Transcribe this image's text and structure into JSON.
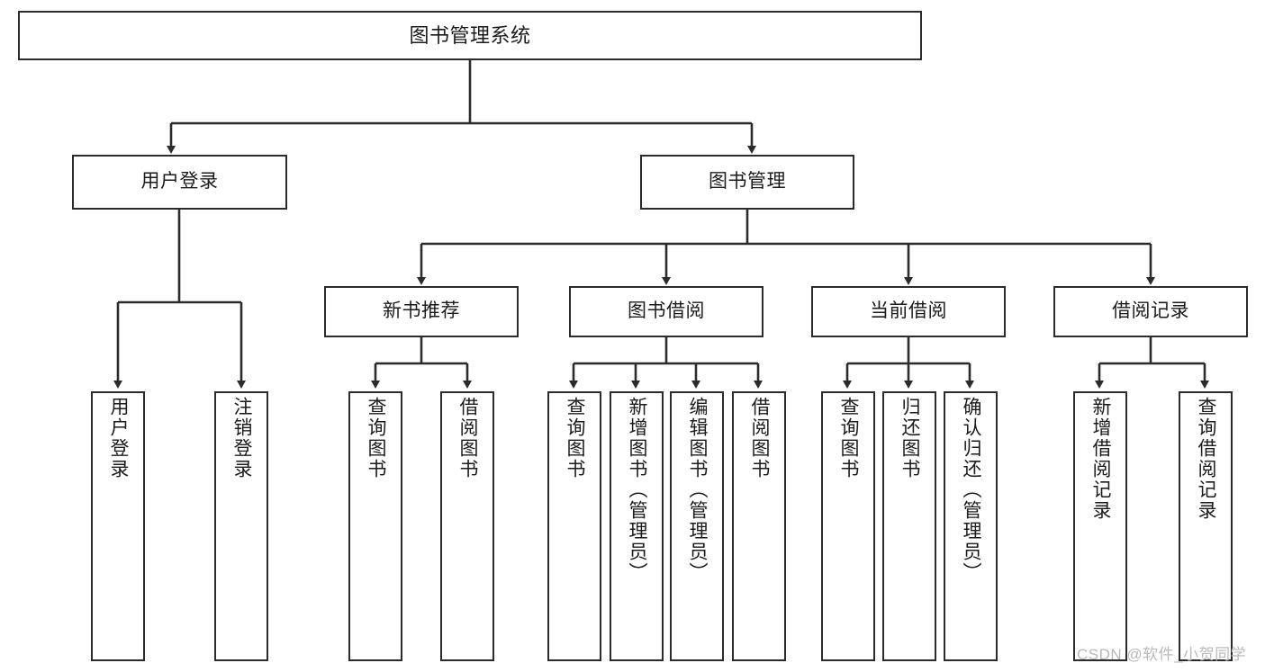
{
  "diagram": {
    "title": "图书管理系统",
    "type": "hierarchy-tree",
    "root": {
      "id": "root",
      "label": "图书管理系统"
    },
    "level2": [
      {
        "id": "user-login",
        "label": "用户登录"
      },
      {
        "id": "book-manage",
        "label": "图书管理"
      }
    ],
    "level3": [
      {
        "id": "new-book-recommend",
        "label": "新书推荐",
        "parent": "book-manage"
      },
      {
        "id": "book-borrow",
        "label": "图书借阅",
        "parent": "book-manage"
      },
      {
        "id": "current-borrow",
        "label": "当前借阅",
        "parent": "book-manage"
      },
      {
        "id": "borrow-record",
        "label": "借阅记录",
        "parent": "book-manage"
      }
    ],
    "leaves": {
      "user-login": [
        {
          "id": "leaf-user-login",
          "label": "用户登录"
        },
        {
          "id": "leaf-user-logout",
          "label": "注销登录"
        }
      ],
      "new-book-recommend": [
        {
          "id": "leaf-query-book-1",
          "label": "查询图书"
        },
        {
          "id": "leaf-borrow-book-1",
          "label": "借阅图书"
        }
      ],
      "book-borrow": [
        {
          "id": "leaf-query-book-2",
          "label": "查询图书"
        },
        {
          "id": "leaf-add-book",
          "label": "新增图书（管理员）"
        },
        {
          "id": "leaf-edit-book",
          "label": "编辑图书（管理员）"
        },
        {
          "id": "leaf-borrow-book-2",
          "label": "借阅图书"
        }
      ],
      "current-borrow": [
        {
          "id": "leaf-query-book-3",
          "label": "查询图书"
        },
        {
          "id": "leaf-return-book",
          "label": "归还图书"
        },
        {
          "id": "leaf-confirm-return",
          "label": "确认归还（管理员）"
        }
      ],
      "borrow-record": [
        {
          "id": "leaf-add-record",
          "label": "新增借阅记录"
        },
        {
          "id": "leaf-query-record",
          "label": "查询借阅记录"
        }
      ]
    }
  },
  "watermark": {
    "text": "CSDN @软件_小贺同学"
  },
  "colors": {
    "stroke": "#2b2b2b",
    "background": "#ffffff",
    "text": "#1b1b1b",
    "watermark": "#b9b9b9"
  }
}
